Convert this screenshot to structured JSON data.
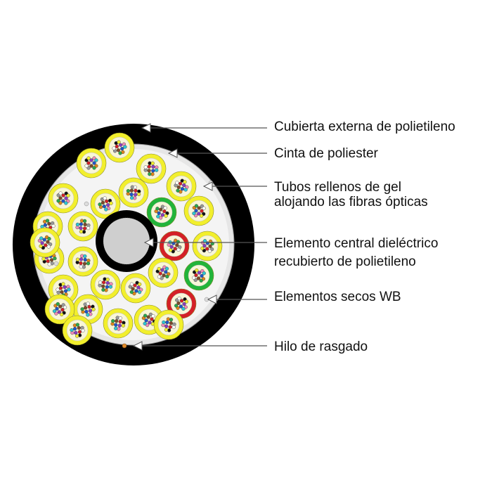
{
  "labels": {
    "outer_jacket": "Cubierta externa de polietileno",
    "polyester_tape": "Cinta de poliester",
    "gel_tubes_line1": "Tubos rellenos de gel",
    "gel_tubes_line2": "alojando las fibras ópticas",
    "central_member_line1": "Elemento central dieléctrico",
    "central_member_line2": "recubierto de polietileno",
    "dry_elements": "Elementos secos WB",
    "ripcord": "Hilo de rasgado"
  },
  "colors": {
    "jacket": "#000000",
    "tape": "#e6e6e6",
    "gel_tube": "#f2ef2c",
    "gel_tube_inner": "#f8f6d8",
    "filler_green": "#22b43a",
    "filler_red": "#d42027",
    "central_member": "#d0d0d0",
    "ripcord": "#e08a2a",
    "leader_line": "#555555"
  },
  "tube_counts": {
    "yellow": 24,
    "green": 2,
    "red": 2
  }
}
